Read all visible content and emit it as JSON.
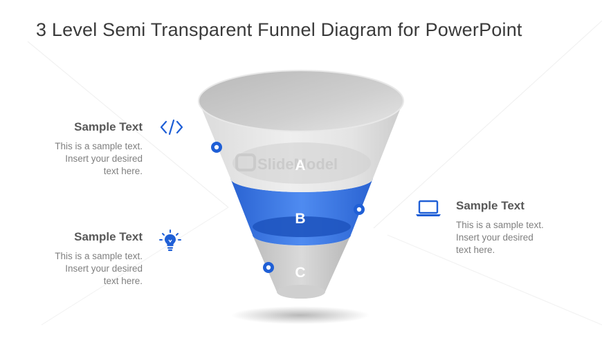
{
  "title": "3 Level Semi Transparent Funnel Diagram for PowerPoint",
  "watermark": "SlideModel",
  "accent_color": "#1f5fd6",
  "levels": [
    {
      "label": "A",
      "color": "#d4d4d4"
    },
    {
      "label": "B",
      "color": "#2f6ee0"
    },
    {
      "label": "C",
      "color": "#c4c4c4"
    }
  ],
  "callouts": [
    {
      "heading": "Sample Text",
      "body_lines": [
        "This is a sample text.",
        "Insert your desired",
        "text here."
      ],
      "icon": "code-icon"
    },
    {
      "heading": "Sample Text",
      "body_lines": [
        "This is a sample text.",
        "Insert your desired",
        "text here."
      ],
      "icon": "lightbulb-icon"
    },
    {
      "heading": "Sample Text",
      "body_lines": [
        "This is a sample text.",
        "Insert your desired",
        "text here."
      ],
      "icon": "laptop-icon"
    }
  ]
}
